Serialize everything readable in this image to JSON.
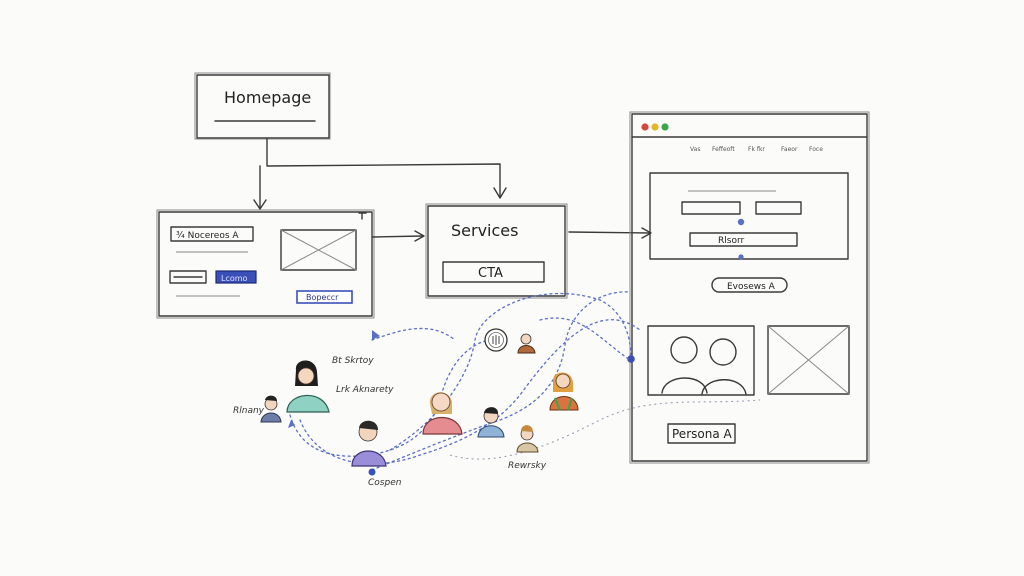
{
  "flow": {
    "homepage": {
      "title": "Homepage"
    },
    "landing": {
      "label_box": "¾ Nocereos A",
      "button_blue": "Lcomo",
      "button_outline": "Bopeccr"
    },
    "services": {
      "title": "Services",
      "cta": "CTA"
    },
    "browser": {
      "nav_items": [
        "Vas",
        "Feffeoft",
        "Fk fkr",
        "Faeor",
        "Foce"
      ],
      "hero_button": "Rlsorr",
      "pill_button": "Evosews A",
      "persona_label": "Persona A"
    }
  },
  "personas": {
    "labels": [
      "Rlnany",
      "Bt Skrtoy",
      "Lrk Aknarety",
      "Cospen",
      "Rewrsky"
    ]
  },
  "colors": {
    "ink": "#3a3a3a",
    "accent_blue": "#3b4fb8",
    "dotted_path": "#5b6fc4",
    "browser_red": "#d9443b",
    "browser_yellow": "#e6b527",
    "browser_green": "#3aa64b",
    "persona_teal": "#8fd1c2",
    "persona_purple": "#9b8ed9",
    "persona_pink": "#e48c8f",
    "persona_blue": "#8fb3d8"
  }
}
